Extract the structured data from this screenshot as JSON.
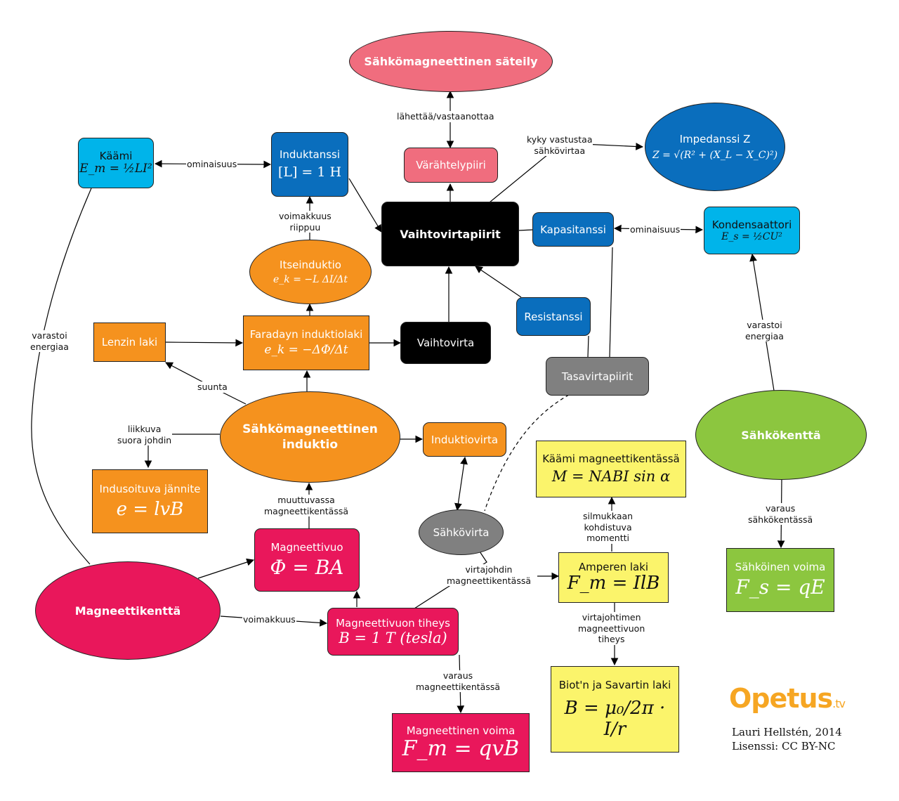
{
  "colors": {
    "pink": "#f06d7e",
    "blue_dark": "#0a6ebd",
    "blue_light": "#00b4ea",
    "orange": "#f5921e",
    "black": "#000000",
    "gray": "#808080",
    "magenta": "#e9175b",
    "yellow": "#fbf46b",
    "green": "#8cc63f",
    "logo": "#f6a623"
  },
  "nodes": {
    "sateily": {
      "title": "Sähkömagneettinen säteily"
    },
    "varahtelypiiri": {
      "title": "Värähtelypiiri"
    },
    "impedanssi": {
      "title": "Impedanssi Z",
      "formula": "Z = √(R² + (X_L − X_C)²)"
    },
    "kaami": {
      "title": "Käämi",
      "formula": "E_m = ½LI²"
    },
    "induktanssi": {
      "title": "Induktanssi",
      "formula": "[L] = 1 H"
    },
    "vaihtovirtapiirit": {
      "title": "Vaihtovirtapiirit"
    },
    "kapasitanssi": {
      "title": "Kapasitanssi"
    },
    "kondensaattori": {
      "title": "Kondensaattori",
      "formula": "E_s = ½CU²"
    },
    "itseinduktio": {
      "title": "Itseinduktio",
      "formula": "e_k = −L ΔI/Δt"
    },
    "lenzin_laki": {
      "title": "Lenzin laki"
    },
    "faraday": {
      "title": "Faradayn induktiolaki",
      "formula": "e_k = −ΔΦ/Δt"
    },
    "vaihtovirta": {
      "title": "Vaihtovirta"
    },
    "resistanssi": {
      "title": "Resistanssi"
    },
    "tasavirtapiirit": {
      "title": "Tasavirtapiirit"
    },
    "induktio": {
      "title": "Sähkömagneettinen induktio"
    },
    "induktiovirta": {
      "title": "Induktiovirta"
    },
    "sahkokentta": {
      "title": "Sähkökenttä"
    },
    "indusoituva": {
      "title": "Indusoituva jännite",
      "formula": "e = lvB"
    },
    "kaami_kentassa": {
      "title": "Käämi magneettikentässä",
      "formula": "M = NABI sin α"
    },
    "sahkovirta": {
      "title": "Sähkövirta"
    },
    "magneettivuo": {
      "title": "Magneettivuo",
      "formula": "Φ = BA"
    },
    "amperen_laki": {
      "title": "Amperen laki",
      "formula": "F_m = IlB"
    },
    "sahkoinen_voima": {
      "title": "Sähköinen voima",
      "formula": "F_s = qE"
    },
    "magneettikentta": {
      "title": "Magneettikenttä"
    },
    "tiheys": {
      "title": "Magneettivuon tiheys",
      "formula": "B = 1 T (tesla)"
    },
    "biot_savart": {
      "title": "Biot'n ja Savartin laki",
      "formula": "B = μ₀/2π · I/r"
    },
    "magneettinen_voima": {
      "title": "Magneettinen voima",
      "formula": "F_m = qvB"
    }
  },
  "edge_labels": {
    "lahettaa": "lähettää/vastaanottaa",
    "kyky": "kyky vastustaa\nsähkövirtaa",
    "ominaisuus_l": "ominaisuus",
    "ominaisuus_c": "ominaisuus",
    "voimakkuus_riippuu": "voimakkuus\nriippuu",
    "varastoi_l": "varastoi\nenergiaa",
    "varastoi_c": "varastoi\nenergiaa",
    "suunta": "suunta",
    "liikkuva": "liikkuva\nsuora johdin",
    "muuttuvassa": "muuttuvassa\nmagneettikentässä",
    "silmukkaan": "silmukkaan\nkohdistuva\nmomentti",
    "varaus_e": "varaus\nsähkökentässä",
    "virtajohdin": "virtajohdin\nmagneettikentässä",
    "voimakkuus": "voimakkuus",
    "virtajohtimen": "virtajohtimen\nmagneettivuon\ntiheys",
    "varaus_m": "varaus\nmagneettikentässä"
  },
  "credits": {
    "logo_main": "Opetus",
    "logo_suffix": ".tv",
    "author": "Lauri Hellstén, 2014",
    "license": "Lisenssi: CC BY-NC"
  }
}
